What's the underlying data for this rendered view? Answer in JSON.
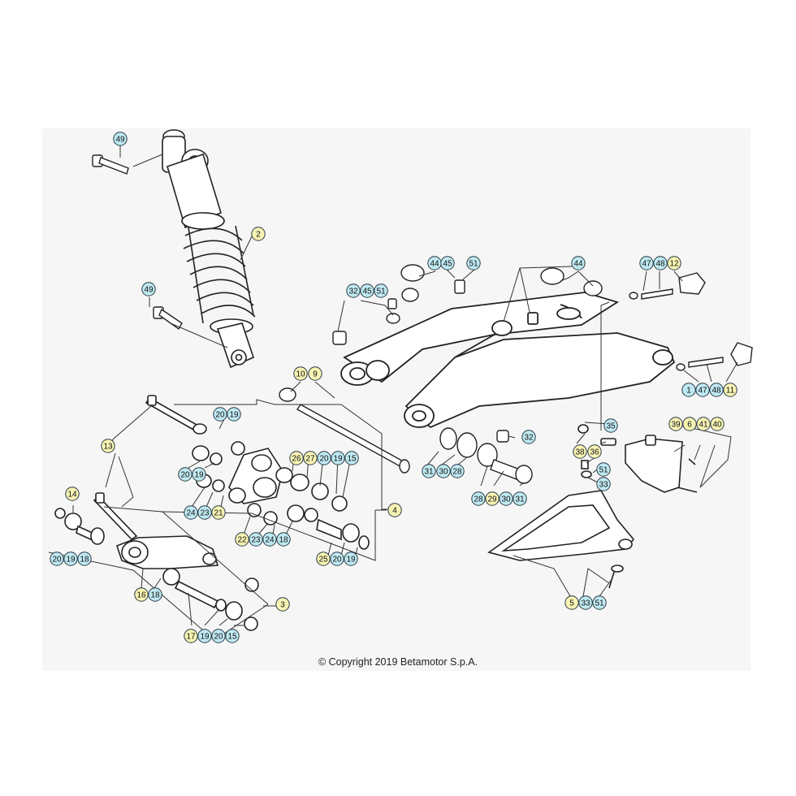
{
  "copyright": "© Copyright 2019 Betamotor S.p.A.",
  "colors": {
    "callout_blue": "#bfe9f2",
    "callout_yellow": "#f7f3b3",
    "callout_stroke": "#2a3a44",
    "line": "#222222"
  },
  "callouts": [
    {
      "label": "49",
      "c": "b"
    },
    {
      "label": "2",
      "c": "y"
    },
    {
      "label": "49",
      "c": "b"
    },
    {
      "label": "44",
      "c": "b"
    },
    {
      "label": "45",
      "c": "b"
    },
    {
      "label": "51",
      "c": "b"
    },
    {
      "label": "44",
      "c": "b"
    },
    {
      "label": "47",
      "c": "b"
    },
    {
      "label": "48",
      "c": "b"
    },
    {
      "label": "12",
      "c": "y"
    },
    {
      "label": "32",
      "c": "b"
    },
    {
      "label": "45",
      "c": "b"
    },
    {
      "label": "51",
      "c": "b"
    },
    {
      "label": "10",
      "c": "y"
    },
    {
      "label": "9",
      "c": "y"
    },
    {
      "label": "1",
      "c": "b"
    },
    {
      "label": "47",
      "c": "b"
    },
    {
      "label": "48",
      "c": "b"
    },
    {
      "label": "11",
      "c": "y"
    },
    {
      "label": "20",
      "c": "b"
    },
    {
      "label": "19",
      "c": "b"
    },
    {
      "label": "13",
      "c": "y"
    },
    {
      "label": "35",
      "c": "b"
    },
    {
      "label": "39",
      "c": "y"
    },
    {
      "label": "6",
      "c": "y"
    },
    {
      "label": "41",
      "c": "y"
    },
    {
      "label": "40",
      "c": "y"
    },
    {
      "label": "32",
      "c": "b"
    },
    {
      "label": "38",
      "c": "y"
    },
    {
      "label": "36",
      "c": "y"
    },
    {
      "label": "26",
      "c": "y"
    },
    {
      "label": "27",
      "c": "y"
    },
    {
      "label": "20",
      "c": "b"
    },
    {
      "label": "19",
      "c": "b"
    },
    {
      "label": "15",
      "c": "b"
    },
    {
      "label": "31",
      "c": "b"
    },
    {
      "label": "30",
      "c": "b"
    },
    {
      "label": "28",
      "c": "b"
    },
    {
      "label": "51",
      "c": "b"
    },
    {
      "label": "20",
      "c": "b"
    },
    {
      "label": "19",
      "c": "b"
    },
    {
      "label": "33",
      "c": "b"
    },
    {
      "label": "28",
      "c": "b"
    },
    {
      "label": "29",
      "c": "y"
    },
    {
      "label": "30",
      "c": "b"
    },
    {
      "label": "31",
      "c": "b"
    },
    {
      "label": "14",
      "c": "y"
    },
    {
      "label": "24",
      "c": "b"
    },
    {
      "label": "23",
      "c": "b"
    },
    {
      "label": "21",
      "c": "y"
    },
    {
      "label": "4",
      "c": "y"
    },
    {
      "label": "22",
      "c": "y"
    },
    {
      "label": "23",
      "c": "b"
    },
    {
      "label": "24",
      "c": "b"
    },
    {
      "label": "18",
      "c": "b"
    },
    {
      "label": "20",
      "c": "b"
    },
    {
      "label": "19",
      "c": "b"
    },
    {
      "label": "18",
      "c": "b"
    },
    {
      "label": "25",
      "c": "y"
    },
    {
      "label": "20",
      "c": "b"
    },
    {
      "label": "19",
      "c": "b"
    },
    {
      "label": "16",
      "c": "y"
    },
    {
      "label": "18",
      "c": "b"
    },
    {
      "label": "5",
      "c": "y"
    },
    {
      "label": "33",
      "c": "b"
    },
    {
      "label": "51",
      "c": "b"
    },
    {
      "label": "3",
      "c": "y"
    },
    {
      "label": "17",
      "c": "y"
    },
    {
      "label": "19",
      "c": "b"
    },
    {
      "label": "20",
      "c": "b"
    },
    {
      "label": "15",
      "c": "b"
    }
  ]
}
